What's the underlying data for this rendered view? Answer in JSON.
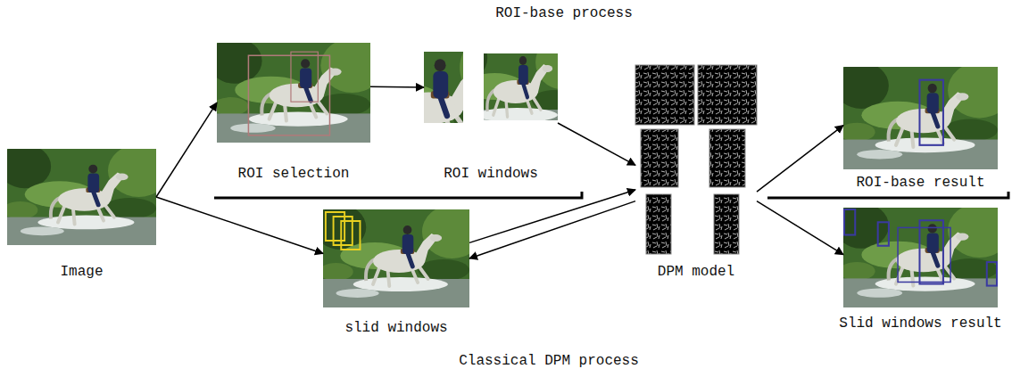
{
  "diagram": {
    "nodes": [
      {
        "text": [
          "Image"
        ]
      },
      {
        "text": [
          "ROI selection"
        ]
      },
      {
        "text": [
          "ROI windows"
        ]
      },
      {
        "text": [
          "slid windows"
        ]
      },
      {
        "text": [
          "DPM model"
        ]
      },
      {
        "text": [
          "ROI-base result"
        ]
      },
      {
        "text": [
          "Slid windows result"
        ]
      }
    ],
    "edges": [
      {
        "from": 0,
        "to": 1,
        "arrow": "to"
      },
      {
        "from": 0,
        "to": 3,
        "arrow": "to"
      },
      {
        "from": 1,
        "to": 2,
        "arrow": "to"
      },
      {
        "from": 2,
        "to": 4,
        "arrow": "to"
      },
      {
        "from": 3,
        "to": 4,
        "arrow": "to"
      },
      {
        "from": 4,
        "to": 3,
        "arrow": "to"
      },
      {
        "from": 4,
        "to": 5,
        "arrow": "to"
      },
      {
        "from": 4,
        "to": 6,
        "arrow": "to"
      }
    ],
    "labels": [
      "ROI-base process",
      "Classical DPM process"
    ]
  }
}
